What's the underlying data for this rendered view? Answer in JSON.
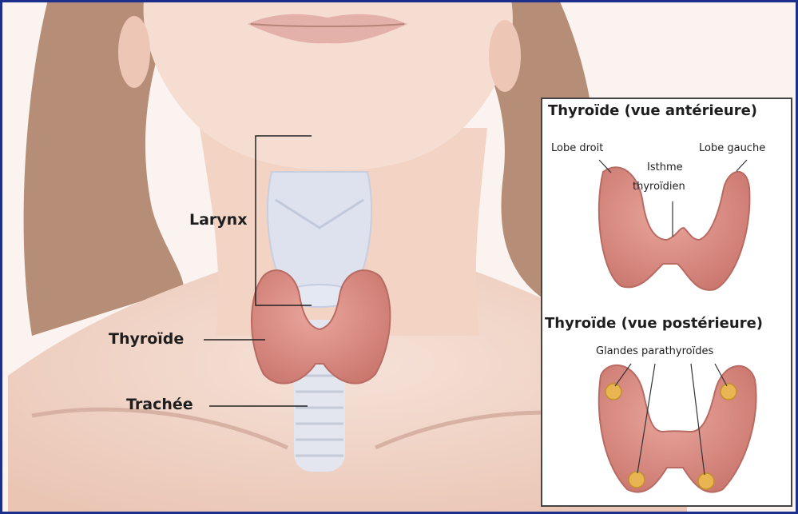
{
  "main_labels": {
    "larynx": "Larynx",
    "thyroid": "Thyroïde",
    "trachea": "Trachée"
  },
  "inset": {
    "anterior": {
      "title": "Thyroïde (vue antérieure)",
      "right_lobe": "Lobe droit",
      "left_lobe": "Lobe gauche",
      "isthmus_line1": "Isthme",
      "isthmus_line2": "thyroïdien"
    },
    "posterior": {
      "title": "Thyroïde (vue postérieure)",
      "parathyroids": "Glandes parathyroïdes"
    }
  },
  "colors": {
    "border": "#1c2f8c",
    "skin": "#f3d9cc",
    "hair": "#a8755c",
    "thyroid": "#d98a82",
    "cartilage": "#dfe3ee",
    "parathyroid": "#e8b552"
  }
}
